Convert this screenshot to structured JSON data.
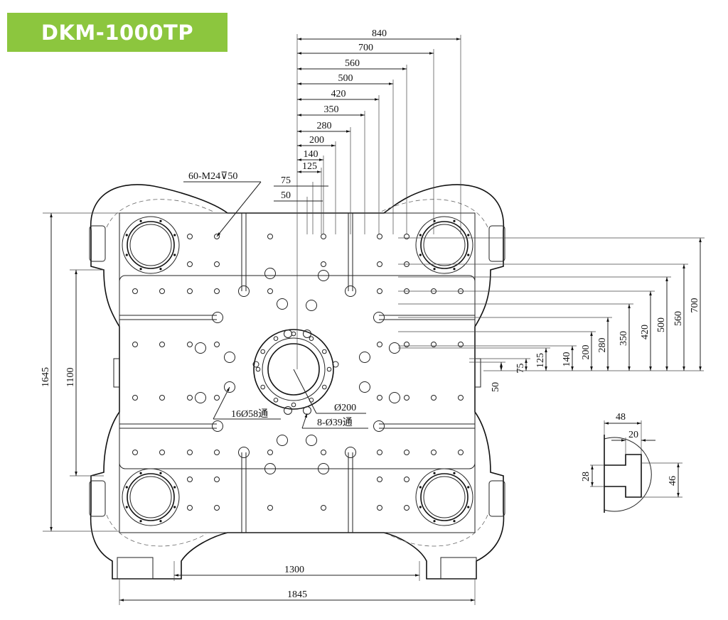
{
  "title": "DKM-1000TP",
  "colors": {
    "title_bg": "#8cc63e",
    "title_text": "#ffffff",
    "line": "#222222"
  },
  "top_dimensions": [
    "840",
    "700",
    "560",
    "500",
    "420",
    "350",
    "280",
    "200",
    "140",
    "125",
    "75",
    "50"
  ],
  "right_dimensions": [
    "700",
    "560",
    "500",
    "420",
    "350",
    "280",
    "200",
    "140",
    "125",
    "75",
    "50"
  ],
  "left_dimensions": {
    "overall_height": "1645",
    "tie_bar_height": "1100"
  },
  "bottom_dimensions": {
    "inner": "1300",
    "overall": "1845"
  },
  "callouts": {
    "tapped_holes": "60-M24⊽50",
    "through_holes_58": "16Ø58通",
    "center_bore": "Ø200",
    "through_holes_39": "8-Ø39通"
  },
  "tslot_detail": {
    "width": "48",
    "neck_width": "20",
    "neck_height": "28",
    "head_height": "46"
  }
}
